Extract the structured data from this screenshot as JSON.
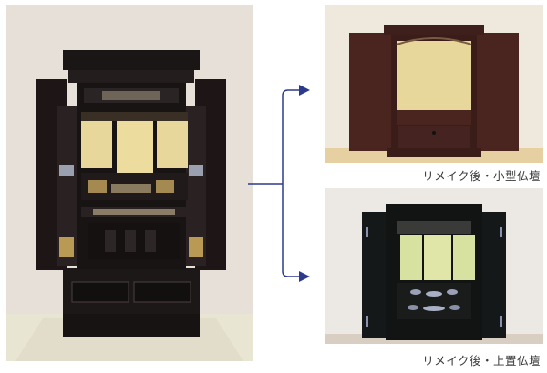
{
  "before": {
    "alt": "Traditional black lacquer gilded Buddhist altar (karaki-style) with open doors"
  },
  "after": [
    {
      "caption": "リメイク後・小型仏壇",
      "alt": "Remade compact rosewood-style Buddhist altar with open doors"
    },
    {
      "caption": "リメイク後・上置仏壇",
      "alt": "Remade black tabletop Buddhist altar with open doors"
    }
  ],
  "arrow": {
    "color": "#2b3a8c"
  },
  "colors": {
    "wall_left": "#e6e0d8",
    "floor_left": "#e9e5d3",
    "wall_top_right": "#efe8dc",
    "floor_top_right": "#e6cfa0",
    "wall_bottom_right": "#ece9e4",
    "floor_bottom_right": "#d8cfc2",
    "lacquer_black": "#1a1616",
    "rosewood": "#4a2520",
    "gold_panel": "#e8d79a",
    "green_gold_panel": "#d8e2a0"
  }
}
